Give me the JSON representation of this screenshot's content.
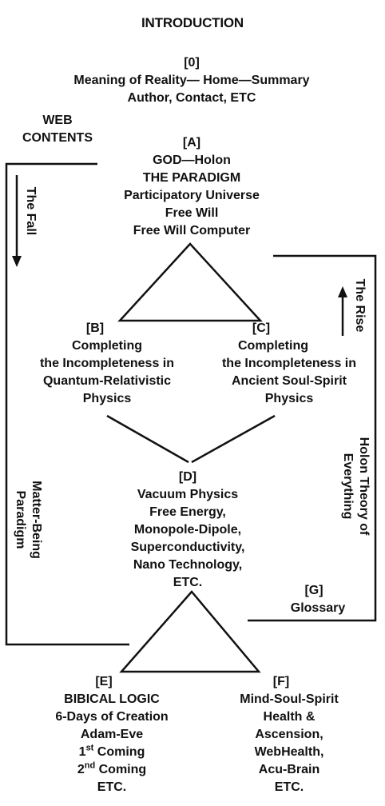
{
  "intro": "INTRODUCTION",
  "node0": {
    "code": "[0]",
    "lines": [
      "Meaning of Reality— Home—Summary",
      "Author, Contact, ETC"
    ]
  },
  "web_contents": [
    "WEB",
    "CONTENTS"
  ],
  "nodeA": {
    "code": "[A]",
    "lines": [
      "GOD—Holon",
      "THE PARADIGM",
      "Participatory Universe",
      "Free Will",
      "Free Will Computer"
    ]
  },
  "nodeB": {
    "code": "[B]",
    "lines": [
      "Completing",
      "the Incompleteness in",
      "Quantum-Relativistic",
      "Physics"
    ]
  },
  "nodeC": {
    "code": "[C]",
    "lines": [
      "Completing",
      "the Incompleteness in",
      "Ancient Soul-Spirit",
      "Physics"
    ]
  },
  "nodeD": {
    "code": "[D]",
    "lines": [
      "Vacuum Physics",
      "Free Energy,",
      "Monopole-Dipole,",
      "Superconductivity,",
      "Nano Technology,",
      "ETC."
    ]
  },
  "nodeE": {
    "code": "[E]",
    "lines": [
      "BIBICAL LOGIC",
      "6-Days of Creation",
      "Adam-Eve"
    ],
    "coming1_num": "1",
    "coming1_sup": "st",
    "coming1_text": "Coming",
    "coming2_num": "2",
    "coming2_sup": "nd",
    "coming2_text": "Coming",
    "etc": "ETC."
  },
  "nodeF": {
    "code": "[F]",
    "lines": [
      "Mind-Soul-Spirit",
      "Health &",
      "Ascension,",
      "WebHealth,",
      "Acu-Brain",
      "ETC."
    ]
  },
  "nodeG": {
    "code": "[G]",
    "label": "Glossary"
  },
  "the_fall": "The Fall",
  "the_rise": "The Rise",
  "matter_being": [
    "Matter-Being",
    "Paradigm"
  ],
  "holon_theory": [
    "Holon Theory of",
    "Everything"
  ]
}
